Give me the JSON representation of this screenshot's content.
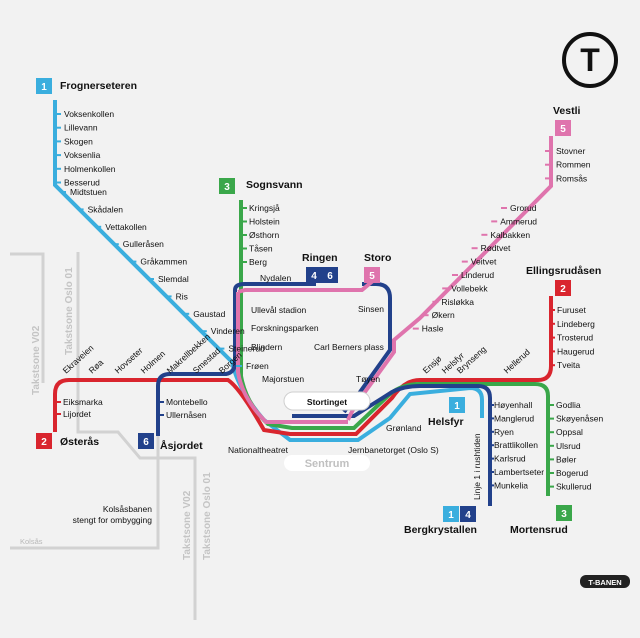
{
  "colors": {
    "line1": "#3aaede",
    "line2": "#d9252e",
    "line3": "#3aa74a",
    "line4": "#22418b",
    "line5": "#df74ad",
    "zone": "#d2d2d2",
    "center_fill": "#ffffff"
  },
  "logo": {
    "name": "t-logo-icon",
    "letter": "T"
  },
  "termini": {
    "frognerseteren": "Frognerseteren",
    "vestli": "Vestli",
    "sognsvann": "Sognsvann",
    "ringen": "Ringen",
    "storo": "Storo",
    "ellingsrudasen": "Ellingsrudåsen",
    "osteras": "Østerås",
    "asjordet": "Åsjordet",
    "helsfyr": "Helsfyr",
    "bergkrystallen": "Bergkrystallen",
    "mortensrud": "Mortensrud",
    "sentrum": "Sentrum"
  },
  "badges": {
    "b1_top": "1",
    "b5_vestli": "5",
    "b3_sognsvann": "3",
    "b4_ringen": "4",
    "b6_ringen": "6",
    "b5_storo": "5",
    "b2_ellingsrud": "2",
    "b2_osteras": "2",
    "b6_asjordet": "6",
    "b1_helsfyr": "1",
    "b1_berg": "1",
    "b4_berg": "4",
    "b3_mortensrud": "3"
  },
  "stations": {
    "line1_branch": [
      "Voksenkollen",
      "Lillevann",
      "Skogen",
      "Voksenlia",
      "Holmenkollen",
      "Besserud"
    ],
    "line1_diag": [
      "Midtstuen",
      "Skådalen",
      "Vettakollen",
      "Gulleråsen",
      "Gråkammen",
      "Slemdal",
      "Ris",
      "Gaustad",
      "Vinderen",
      "Steinerud",
      "Frøen"
    ],
    "line3_branch": [
      "Kringsjå",
      "Holstein",
      "Østhorn",
      "Tåsen",
      "Berg"
    ],
    "line5_top": [
      "Stovner",
      "Rommen",
      "Romsås"
    ],
    "line5_diag": [
      "Grorud",
      "Ammerud",
      "Kalbakken",
      "Rødtvet",
      "Veitvet",
      "Linderud",
      "Vollebekk",
      "Risløkka",
      "Økern",
      "Hasle"
    ],
    "line2_east": [
      "Furuset",
      "Lindeberg",
      "Trosterud",
      "Haugerud",
      "Tveita"
    ],
    "line3_east": [
      "Godlia",
      "Skøyenåsen",
      "Oppsal",
      "Ulsrud",
      "Bøler",
      "Bogerud",
      "Skullerud"
    ],
    "line4_south": [
      "Høyenhall",
      "Manglerud",
      "Ryen",
      "Brattlikollen",
      "Karlsrud",
      "Lambertseter",
      "Munkelia"
    ],
    "line2_west": [
      "Eiksmarka",
      "Lijordet"
    ],
    "line6_west": [
      "Montebello",
      "Ullernåsen"
    ],
    "rotated_west": [
      "Ekraveien",
      "Røa",
      "Hovseter",
      "Holmen",
      "Makrellbekken",
      "Smestad",
      "Borgen"
    ],
    "rotated_east": [
      "Ensjø",
      "Helsfyr",
      "Brynseng",
      "Hellerud"
    ],
    "ring": {
      "nydalen": "Nydalen",
      "ulleval": "Ullevål stadion",
      "forskning": "Forskningsparken",
      "blindern": "Blindern",
      "sinsen": "Sinsen",
      "carl_berner": "Carl Berners plass",
      "majorstuen": "Majorstuen",
      "toyen": "Tøyen",
      "stortinget": "Stortinget",
      "gronland": "Grønland",
      "nationaltheatret": "Nationaltheatret",
      "jernbanetorget": "Jernbanetorget (Oslo S)"
    }
  },
  "notes": {
    "kolsas_closed_1": "Kolsåsbanen",
    "kolsas_closed_2": "stengt for ombygging",
    "kolsas": "Kolsås",
    "linje1_rushtiden": "Linje 1 i rushtiden",
    "tbanen": "T-BANEN"
  },
  "zones": {
    "v02_top": "Takstsone V02",
    "oslo01_top": "Takstsone Oslo 01",
    "v02_bottom": "Takstsone V02",
    "oslo01_bottom": "Takstsone Oslo 01"
  }
}
